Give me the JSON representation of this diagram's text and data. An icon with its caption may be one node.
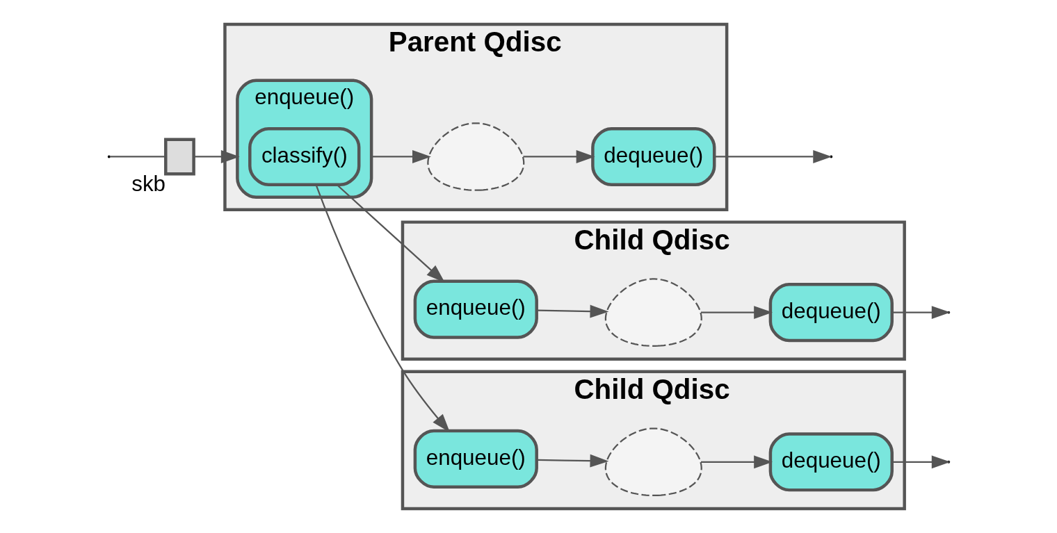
{
  "diagram": {
    "nodes": [
      {
        "text": [],
        "shape": "box",
        "beside": [
          "skb"
        ]
      },
      {
        "text": [
          "Parent Qdisc"
        ]
      },
      {
        "text": [
          "enqueue()"
        ],
        "in": 1
      },
      {
        "text": [
          "classify()"
        ],
        "in": 2
      },
      {
        "text": [],
        "shape": "cloud",
        "in": 1
      },
      {
        "text": [
          "dequeue()"
        ],
        "in": 1
      },
      {
        "text": [
          "Child Qdisc"
        ]
      },
      {
        "text": [
          "enqueue()"
        ],
        "in": 6
      },
      {
        "text": [],
        "shape": "cloud",
        "in": 6
      },
      {
        "text": [
          "dequeue()"
        ],
        "in": 6
      },
      {
        "text": [
          "Child Qdisc"
        ]
      },
      {
        "text": [
          "enqueue()"
        ],
        "in": 10
      },
      {
        "text": [],
        "shape": "cloud",
        "in": 10
      },
      {
        "text": [
          "dequeue()"
        ],
        "in": 10
      }
    ],
    "edges": [
      {
        "from": null,
        "to": 0,
        "arrow": "none"
      },
      {
        "from": 0,
        "to": 2,
        "arrow": "to"
      },
      {
        "from": 2,
        "to": 4,
        "arrow": "to"
      },
      {
        "from": 4,
        "to": 5,
        "arrow": "to"
      },
      {
        "from": 5,
        "to": null,
        "arrow": "to"
      },
      {
        "from": 3,
        "to": 7,
        "arrow": "to"
      },
      {
        "from": 3,
        "to": 11,
        "arrow": "to"
      },
      {
        "from": 7,
        "to": 8,
        "arrow": "to"
      },
      {
        "from": 8,
        "to": 9,
        "arrow": "to"
      },
      {
        "from": 9,
        "to": null,
        "arrow": "to"
      },
      {
        "from": 11,
        "to": 12,
        "arrow": "to"
      },
      {
        "from": 12,
        "to": 13,
        "arrow": "to"
      },
      {
        "from": 13,
        "to": null,
        "arrow": "to"
      }
    ]
  }
}
